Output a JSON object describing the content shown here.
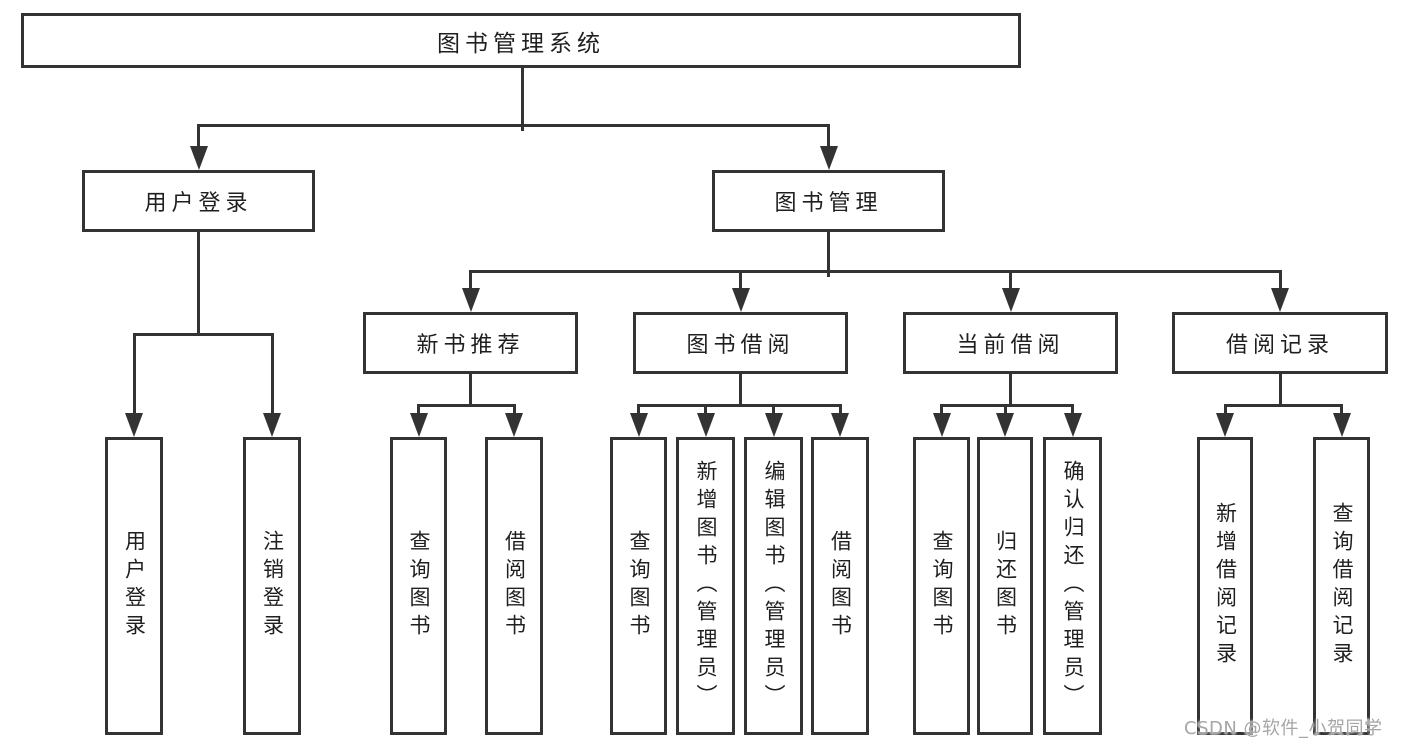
{
  "diagram": {
    "root": {
      "label": "图书管理系统",
      "children": [
        {
          "label": "用户登录",
          "children": [
            {
              "label": "用户登录"
            },
            {
              "label": "注销登录"
            }
          ]
        },
        {
          "label": "图书管理",
          "children": [
            {
              "label": "新书推荐",
              "children": [
                {
                  "label": "查询图书"
                },
                {
                  "label": "借阅图书"
                }
              ]
            },
            {
              "label": "图书借阅",
              "children": [
                {
                  "label": "查询图书"
                },
                {
                  "label": "新增图书（管理员）"
                },
                {
                  "label": "编辑图书（管理员）"
                },
                {
                  "label": "借阅图书"
                }
              ]
            },
            {
              "label": "当前借阅",
              "children": [
                {
                  "label": "查询图书"
                },
                {
                  "label": "归还图书"
                },
                {
                  "label": "确认归还（管理员）"
                }
              ]
            },
            {
              "label": "借阅记录",
              "children": [
                {
                  "label": "新增借阅记录"
                },
                {
                  "label": "查询借阅记录"
                }
              ]
            }
          ]
        }
      ]
    },
    "watermark": "CSDN @软件_小贺同学",
    "colors": {
      "line": "#333333",
      "text": "#1f1f1f",
      "watermark": "#a6a6a6",
      "background": "#ffffff"
    }
  }
}
